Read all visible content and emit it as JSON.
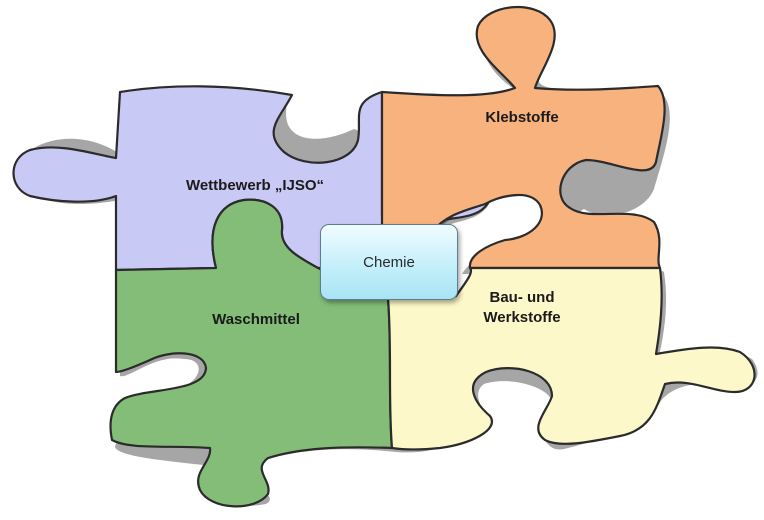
{
  "pieces": {
    "wettbewerb": {
      "label": "Wettbewerb „IJSO“",
      "color": "#c9c9f5"
    },
    "klebstoffe": {
      "label": "Klebstoffe",
      "color": "#f8b27e"
    },
    "waschmittel": {
      "label": "Waschmittel",
      "color": "#83bd78"
    },
    "bau": {
      "label_line1": "Bau- und",
      "label_line2": "Werkstoffe",
      "color": "#fdf8c9"
    }
  },
  "center": {
    "label": "Chemie",
    "color": "#c5effb"
  }
}
